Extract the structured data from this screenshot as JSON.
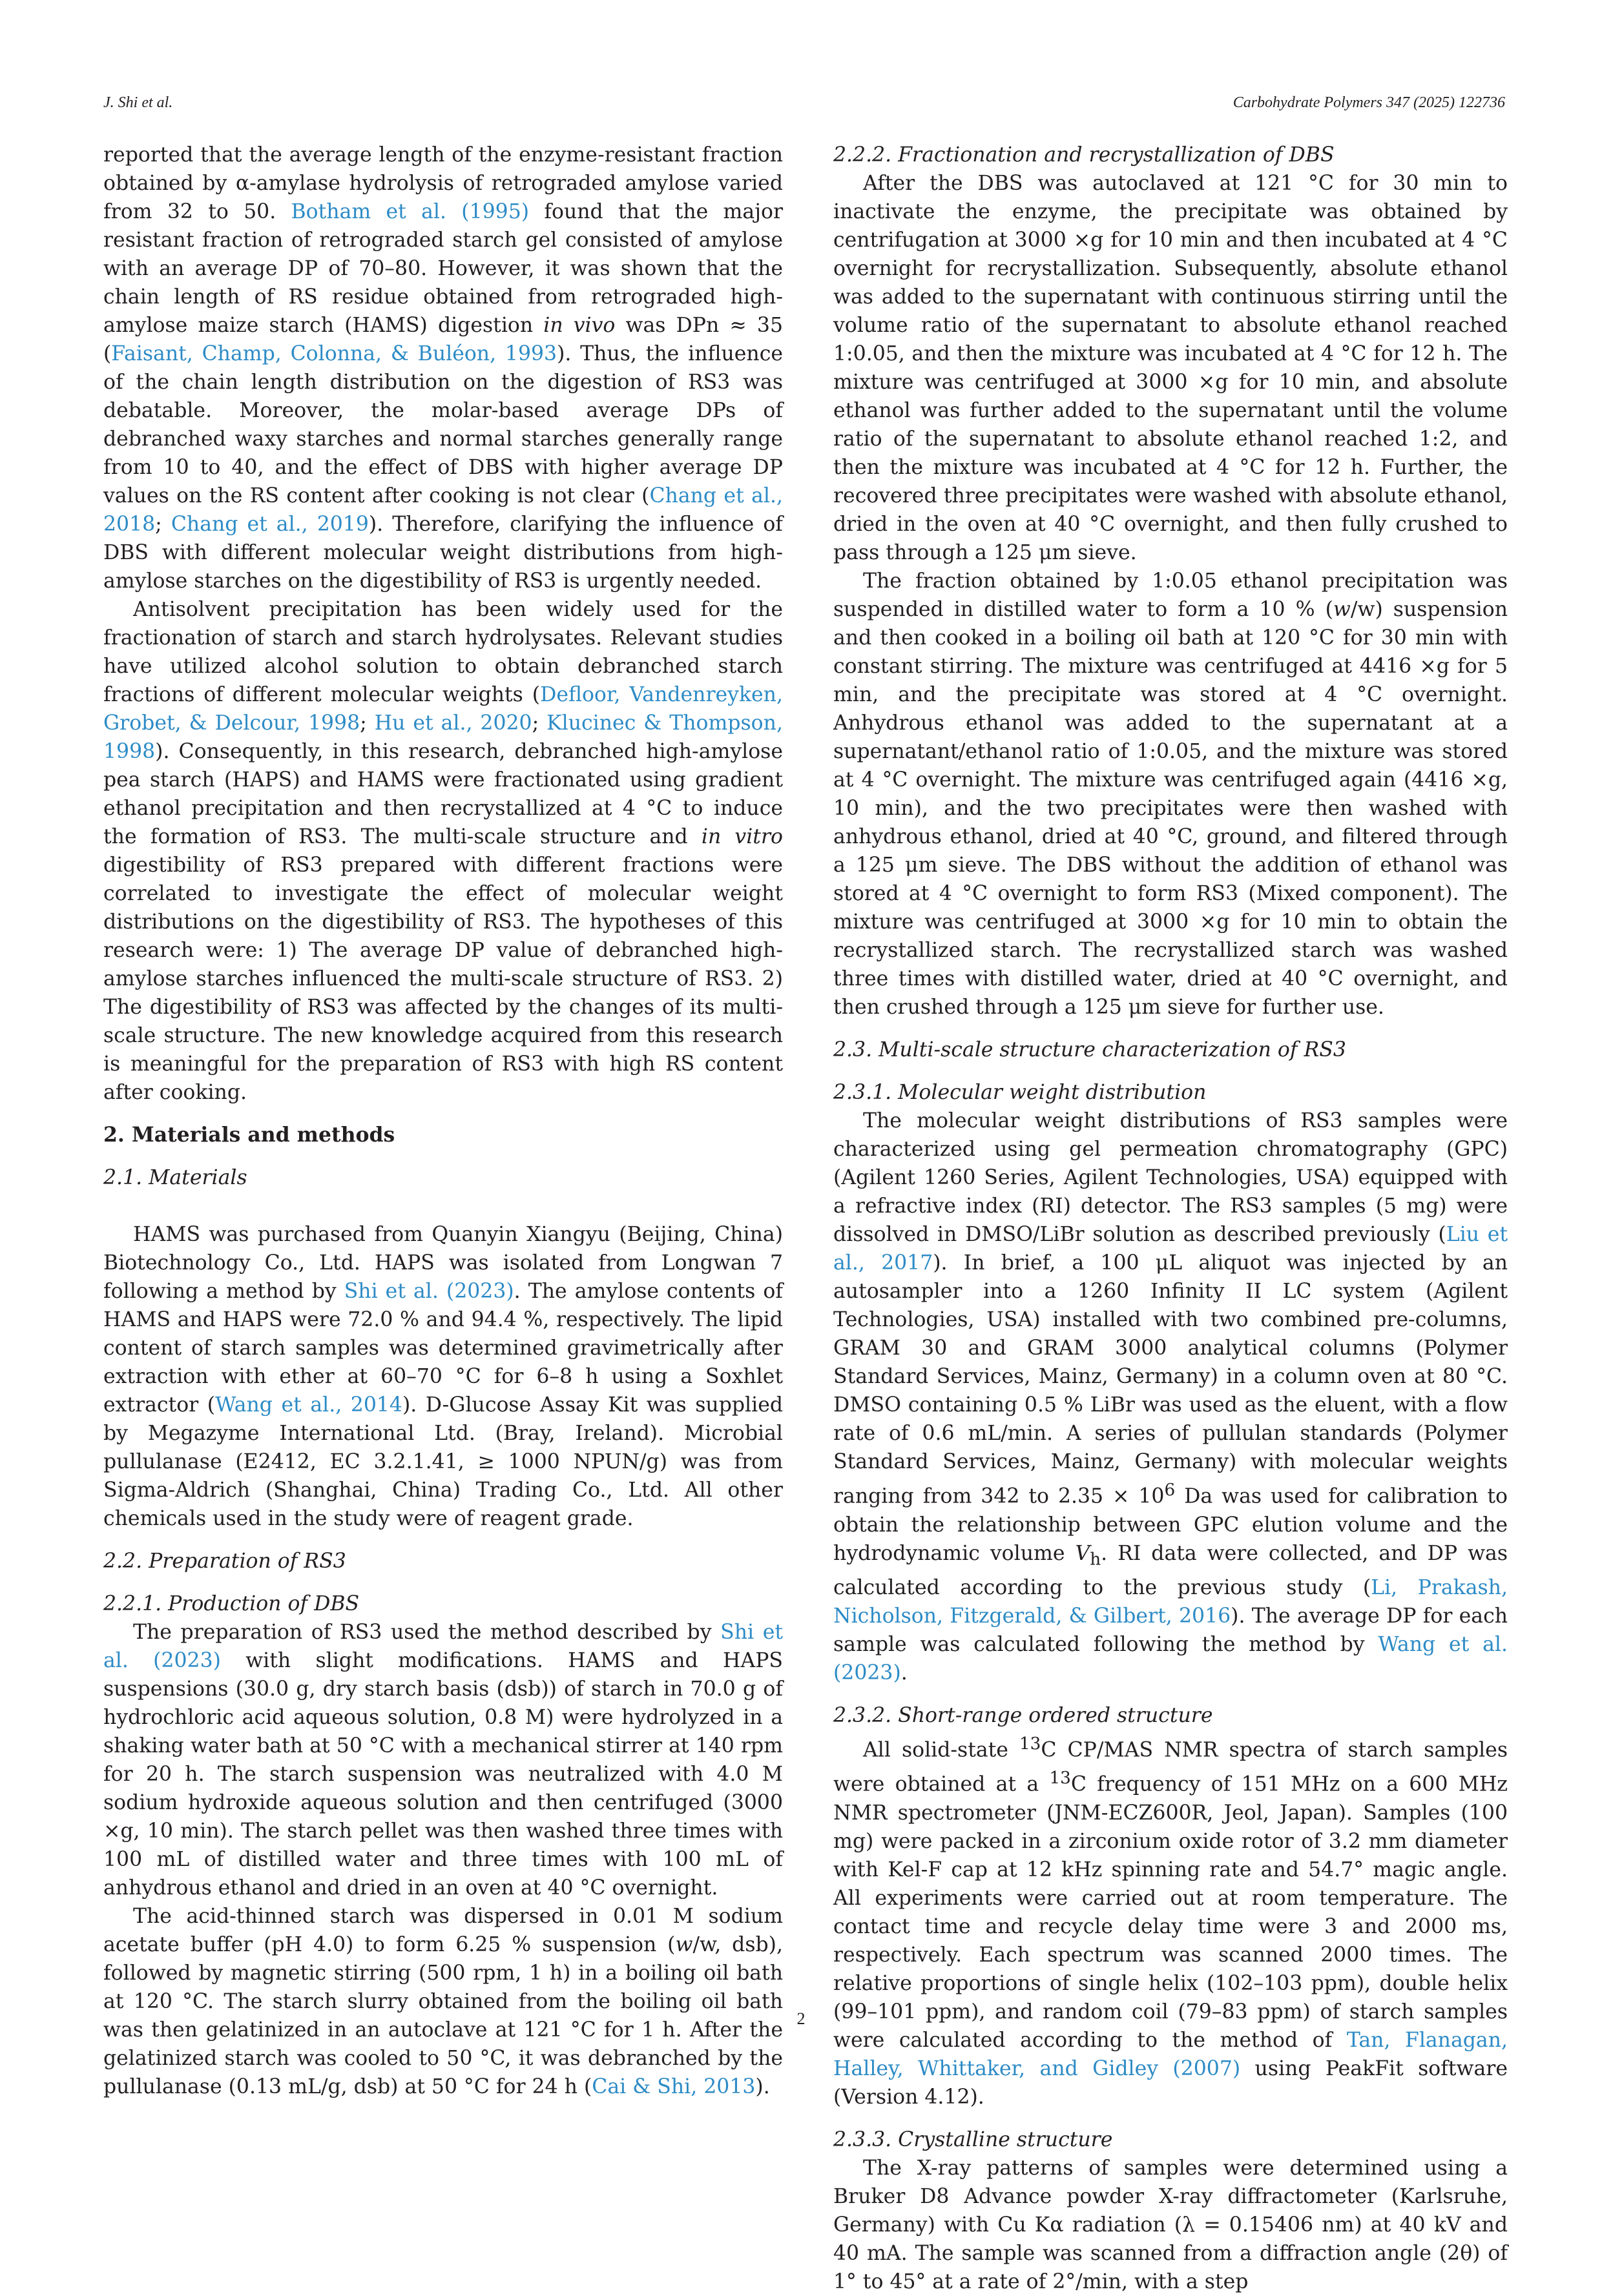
{
  "header": {
    "authors": "J. Shi et al.",
    "journal": "Carbohydrate Polymers 347 (2025) 122736"
  },
  "left": {
    "p1a": "reported that the average length of the enzyme-resistant fraction obtained by α-amylase hydrolysis of retrograded amylose varied from 32 to 50. ",
    "p1_link1": "Botham et al. (1995)",
    "p1b": " found that the major resistant fraction of retrograded starch gel consisted of amylose with an average DP of 70–80. However, it was shown that the chain length of RS residue obtained from retrograded high-amylose maize starch (HAMS) digestion ",
    "p1_invivo": "in vivo",
    "p1c": " was DPn ≈ 35 (",
    "p1_link2": "Faisant, Champ, Colonna, & Buléon, 1993",
    "p1d": "). Thus, the influence of the chain length distribution on the digestion of RS3 was debatable. Moreover, the molar-based average DPs of debranched waxy starches and normal starches generally range from 10 to 40, and the effect of DBS with higher average DP values on the RS content after cooking is not clear (",
    "p1_link3": "Chang et al., 2018",
    "p1_sep1": "; ",
    "p1_link4": "Chang et al., 2019",
    "p1e": "). Therefore, clarifying the influence of DBS with different molecular weight distributions from high-amylose starches on the digestibility of RS3 is urgently needed.",
    "p2a": "Antisolvent precipitation has been widely used for the fractionation of starch and starch hydrolysates. Relevant studies have utilized alcohol solution to obtain debranched starch fractions of different molecular weights (",
    "p2_link1": "Defloor, Vandenreyken, Grobet, & Delcour, 1998",
    "p2_sep1": "; ",
    "p2_link2": "Hu et al., 2020",
    "p2_sep2": "; ",
    "p2_link3": "Klucinec & Thompson, 1998",
    "p2b": "). Consequently, in this research, debranched high-amylose pea starch (HAPS) and HAMS were fractionated using gradient ethanol precipitation and then recrystallized at 4 °C to induce the formation of RS3. The multi-scale structure and ",
    "p2_invitro": "in vitro",
    "p2c": " digestibility of RS3 prepared with different fractions were correlated to investigate the effect of molecular weight distributions on the digestibility of RS3. The hypotheses of this research were: 1) The average DP value of debranched high-amylose starches influenced the multi-scale structure of RS3. 2) The digestibility of RS3 was affected by the changes of its multi-scale structure. The new knowledge acquired from this research is meaningful for the preparation of RS3 with high RS content after cooking.",
    "sec2": "2. Materials and methods",
    "sec21": "2.1. Materials",
    "p3a": "HAMS was purchased from Quanyin Xiangyu (Beijing, China) Biotechnology Co., Ltd. HAPS was isolated from Longwan 7 following a method by ",
    "p3_link1": "Shi et al. (2023)",
    "p3b": ". The amylose contents of HAMS and HAPS were 72.0 % and 94.4 %, respectively. The lipid content of starch samples was determined gravimetrically after extraction with ether at 60–70 °C for 6–8 h using a Soxhlet extractor (",
    "p3_link2": "Wang et al., 2014",
    "p3c": "). D-Glucose Assay Kit was supplied by Megazyme International Ltd. (Bray, Ireland). Microbial pullulanase (E2412, EC 3.2.1.41, ≥ 1000 NPUN/g) was from Sigma-Aldrich (Shanghai, China) Trading Co., Ltd. All other chemicals used in the study were of reagent grade.",
    "sec22": "2.2. Preparation of RS3",
    "sec221": "2.2.1. Production of DBS",
    "p4a": "The preparation of RS3 used the method described by ",
    "p4_link1": "Shi et al. (2023)",
    "p4b": " with slight modifications. HAMS and HAPS suspensions (30.0 g, dry starch basis (dsb)) of starch in 70.0 g of hydrochloric acid aqueous solution, 0.8 M) were hydrolyzed in a shaking water bath at 50 °C with a mechanical stirrer at 140 rpm for 20 h. The starch suspension was neutralized with 4.0 M sodium hydroxide aqueous solution and then centrifuged (3000 ×g, 10 min). The starch pellet was then washed three times with 100 mL of distilled water and three times with 100 mL of anhydrous ethanol and dried in an oven at 40 °C overnight.",
    "p5a": "The acid-thinned starch was dispersed in 0.01 M sodium acetate buffer (pH 4.0) to form 6.25 % suspension (",
    "p5_ww": "w",
    "p5b": "/w, dsb), followed by magnetic stirring (500 rpm, 1 h) in a boiling oil bath at 120 °C. The starch slurry obtained from the boiling oil bath was then gelatinized in an autoclave at 121 °C for 1 h. After the gelatinized starch was cooled to 50 °C, it was debranched by the pullulanase (0.13 mL/g, dsb) at 50 °C for 24 h (",
    "p5_link1": "Cai & Shi, 2013",
    "p5c": ")."
  },
  "right": {
    "sec222": "2.2.2. Fractionation and recrystallization of DBS",
    "p6": "After the DBS was autoclaved at 121 °C for 30 min to inactivate the enzyme, the precipitate was obtained by centrifugation at 3000 ×g for 10 min and then incubated at 4 °C overnight for recrystallization. Subsequently, absolute ethanol was added to the supernatant with continuous stirring until the volume ratio of the supernatant to absolute ethanol reached 1:0.05, and then the mixture was incubated at 4 °C for 12 h. The mixture was centrifuged at 3000 ×g for 10 min, and absolute ethanol was further added to the supernatant until the volume ratio of the supernatant to absolute ethanol reached 1:2, and then the mixture was incubated at 4 °C for 12 h. Further, the recovered three precipitates were washed with absolute ethanol, dried in the oven at 40 °C overnight, and then fully crushed to pass through a 125 μm sieve.",
    "p7a": "The fraction obtained by 1:0.05 ethanol precipitation was suspended in distilled water to form a 10 % (",
    "p7_ww": "w",
    "p7b": "/w) suspension and then cooked in a boiling oil bath at 120 °C for 30 min with constant stirring. The mixture was centrifuged at 4416 ×g for 5 min, and the precipitate was stored at 4 °C overnight. Anhydrous ethanol was added to the supernatant at a supernatant/ethanol ratio of 1:0.05, and the mixture was stored at 4 °C overnight. The mixture was centrifuged again (4416 ×g, 10 min), and the two precipitates were then washed with anhydrous ethanol, dried at 40 °C, ground, and filtered through a 125 μm sieve. The DBS without the addition of ethanol was stored at 4 °C overnight to form RS3 (Mixed component). The mixture was centrifuged at 3000 ×g for 10 min to obtain the recrystallized starch. The recrystallized starch was washed three times with distilled water, dried at 40 °C overnight, and then crushed through a 125 μm sieve for further use.",
    "sec23": "2.3. Multi-scale structure characterization of RS3",
    "sec231": "2.3.1. Molecular weight distribution",
    "p8a": "The molecular weight distributions of RS3 samples were characterized using gel permeation chromatography (GPC) (Agilent 1260 Series, Agilent Technologies, USA) equipped with a refractive index (RI) detector. The RS3 samples (5 mg) were dissolved in DMSO/LiBr solution as described previously (",
    "p8_link1": "Liu et al., 2017",
    "p8b": "). In brief, a 100 μL aliquot was injected by an autosampler into a 1260 Infinity II LC system (Agilent Technologies, USA) installed with two combined pre-columns, GRAM 30 and GRAM 3000 analytical columns (Polymer Standard Services, Mainz, Germany) in a column oven at 80 °C. DMSO containing 0.5 % LiBr was used as the eluent, with a flow rate of 0.6 mL/min. A series of pullulan standards (Polymer Standard Services, Mainz, Germany) with molecular weights ranging from 342 to 2.35 × 10",
    "p8_sup": "6",
    "p8c": " Da was used for calibration to obtain the relationship between GPC elution volume and the hydrodynamic volume ",
    "p8_vh": "V",
    "p8_vh_sub": "h",
    "p8d": ". RI data were collected, and DP was calculated according to the previous study (",
    "p8_link2": "Li, Prakash, Nicholson, Fitzgerald, & Gilbert, 2016",
    "p8e": "). The average DP for each sample was calculated following the method by ",
    "p8_link3": "Wang et al. (2023)",
    "p8f": ".",
    "sec232": "2.3.2. Short-range ordered structure",
    "p9a": "All solid-state ",
    "p9_sup1": "13",
    "p9b": "C CP/MAS NMR spectra of starch samples were obtained at a ",
    "p9_sup2": "13",
    "p9c": "C frequency of 151 MHz on a 600 MHz NMR spectrometer (JNM-ECZ600R, Jeol, Japan). Samples (100 mg) were packed in a zirconium oxide rotor of 3.2 mm diameter with Kel-F cap at 12 kHz spinning rate and 54.7° magic angle. All experiments were carried out at room temperature. The contact time and recycle delay time were 3 and 2000 ms, respectively. Each spectrum was scanned 2000 times. The relative proportions of single helix (102–103 ppm), double helix (99–101 ppm), and random coil (79–83 ppm) of starch samples were calculated according to the method of ",
    "p9_link1": "Tan, Flanagan, Halley, Whittaker, and Gidley (2007)",
    "p9d": " using PeakFit software (Version 4.12).",
    "sec233": "2.3.3. Crystalline structure",
    "p10": "The X-ray patterns of samples were determined using a Bruker D8 Advance powder X-ray diffractometer (Karlsruhe, Germany) with Cu Kα radiation (λ = 0.15406 nm) at 40 kV and 40 mA. The sample was scanned from a diffraction angle (2θ) of 1° to 45° at a rate of 2°/min, with a step"
  },
  "footer": {
    "page_number": "2"
  }
}
